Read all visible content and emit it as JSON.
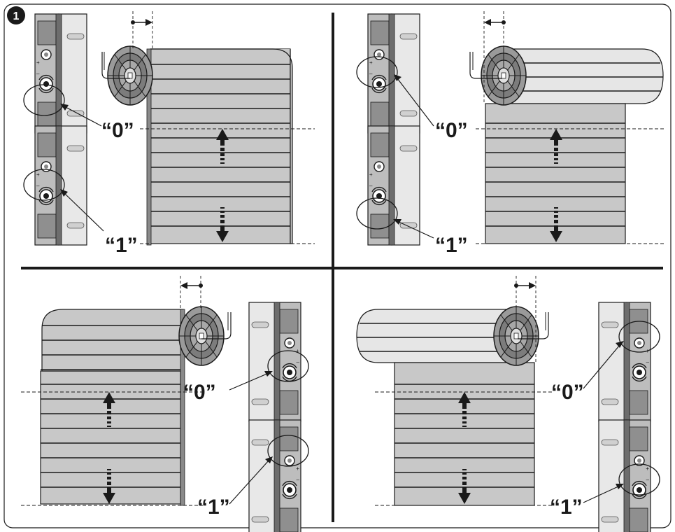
{
  "figure": {
    "badge": "1",
    "panels": [
      {
        "id": "top-left",
        "label_0": "“0”",
        "label_1": "“1”"
      },
      {
        "id": "top-right",
        "label_0": "“0”",
        "label_1": "“1”"
      },
      {
        "id": "bottom-left",
        "label_0": "“0”",
        "label_1": "“1”"
      },
      {
        "id": "bottom-right",
        "label_0": "“0”",
        "label_1": "“1”"
      }
    ],
    "colors": {
      "shutter_fill": "#c8c8c8",
      "shutter_light": "#e6e6e6",
      "roll_dark": "#8a8a8a",
      "outline": "#1a1a1a",
      "panel_border": "#1a1a1a"
    }
  }
}
